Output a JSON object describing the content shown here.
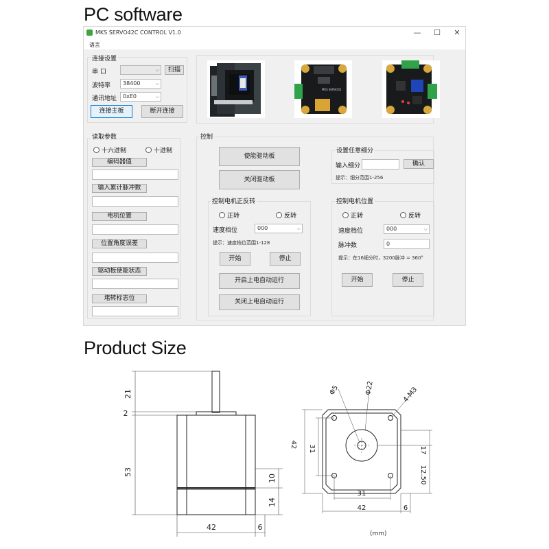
{
  "titles": {
    "pc": "PC software",
    "size": "Product Size"
  },
  "window": {
    "title": "MKS SERVO42C CONTROL V1.0",
    "controls": {
      "minimize": "—",
      "maximize": "☐",
      "close": "✕"
    },
    "menu": "语言"
  },
  "connect": {
    "group": "连接设置",
    "port_label": "串  口",
    "port_value": "",
    "scan": "扫描",
    "baud_label": "波特率",
    "baud_value": "38400",
    "addr_label": "通讯地址",
    "addr_value": "0xE0",
    "connect_btn": "连接主板",
    "disconnect_btn": "断开连接"
  },
  "read": {
    "group": "读取参数",
    "hex": "十六进制",
    "dec": "十进制",
    "items": [
      "编码器值",
      "输入累计脉冲数",
      "电机位置",
      "位置角度误差",
      "驱动板使能状态",
      "堵转标志位"
    ]
  },
  "control": {
    "group": "控制",
    "enable_btn": "使能驱动板",
    "disable_btn": "关闭驱动板",
    "subdiv": {
      "group": "设置任意细分",
      "input_label": "输入细分",
      "confirm": "确认",
      "hint": "提示：细分范围1-256"
    },
    "dir": {
      "group": "控制电机正反转",
      "forward": "正转",
      "reverse": "反转",
      "speed_label": "速度档位",
      "speed_value": "000",
      "hint": "提示：速度档位范围1-128",
      "start": "开始",
      "stop": "停止",
      "auto_on": "开启上电自动运行",
      "auto_off": "关闭上电自动运行"
    },
    "pos": {
      "group": "控制电机位置",
      "forward": "正转",
      "reverse": "反转",
      "speed_label": "速度档位",
      "speed_value": "000",
      "pulse_label": "脉冲数",
      "pulse_value": "0",
      "hint": "提示：在16细分时，3200脉冲 = 360°",
      "start": "开始",
      "stop": "停止"
    }
  },
  "side_view": {
    "dim_21": "21",
    "dim_2": "2",
    "dim_53": "53",
    "dim_10": "10",
    "dim_14": "14",
    "dim_42": "42",
    "dim_6": "6"
  },
  "front_view": {
    "d5": "Φ5",
    "d22": "Φ22",
    "m3": "4-M3",
    "dim_42_left": "42",
    "dim_31_left": "31",
    "dim_17": "17",
    "dim_1250": "12.50",
    "dim_31_bottom": "31",
    "dim_42_bottom": "42",
    "dim_6": "6"
  },
  "unit": "(mm)",
  "colors": {
    "window_bg": "#f0f0f0",
    "button": "#e1e1e1",
    "button_border": "#adadad",
    "focus": "#0078d7"
  }
}
